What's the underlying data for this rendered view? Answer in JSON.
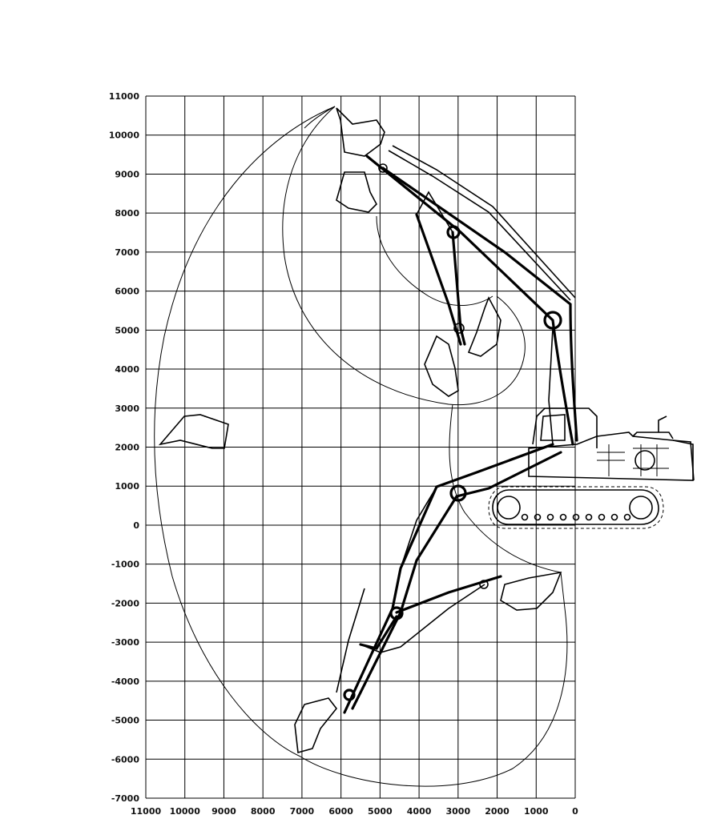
{
  "diagram": {
    "title": "",
    "x_range": [
      0,
      11000
    ],
    "y_range": [
      -7000,
      11000
    ],
    "grid_step": 1000,
    "y_ticks": [
      "11000",
      "10000",
      "9000",
      "8000",
      "7000",
      "6000",
      "5000",
      "4000",
      "3000",
      "2000",
      "1000",
      "0",
      "-1000",
      "-2000",
      "-3000",
      "-4000",
      "-5000",
      "-6000",
      "-7000"
    ],
    "x_ticks": [
      "11000",
      "10000",
      "9000",
      "8000",
      "7000",
      "6000",
      "5000",
      "4000",
      "3000",
      "2000",
      "1000",
      "0"
    ],
    "subject": "excavator working range",
    "line_color": "#000000",
    "background": "#ffffff"
  }
}
